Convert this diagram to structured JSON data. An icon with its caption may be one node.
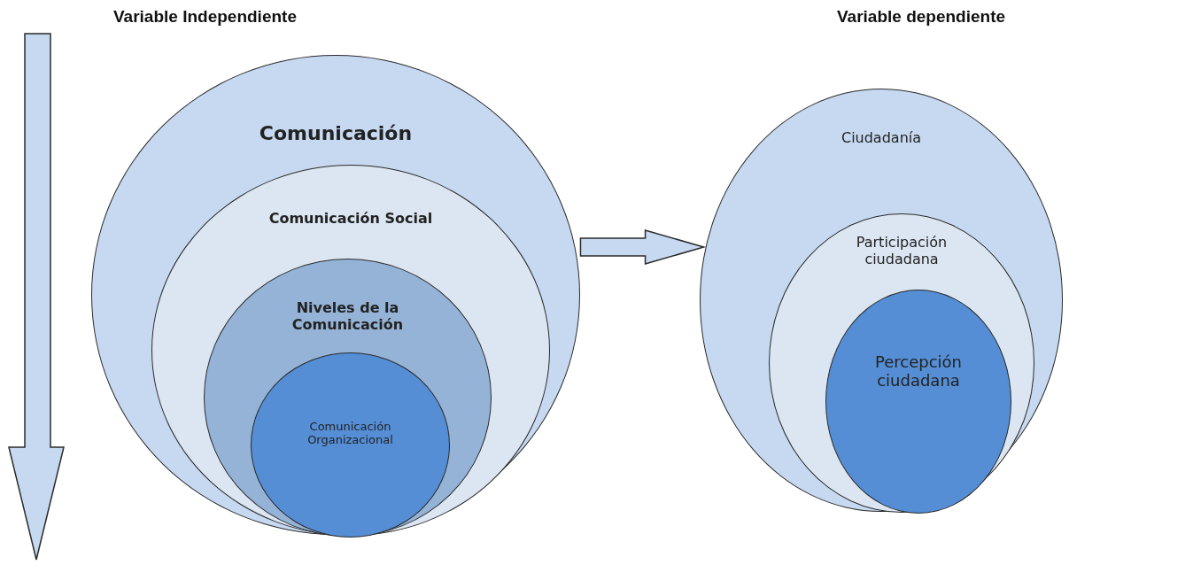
{
  "diagram": {
    "nodes": [
      {
        "text": [
          "Comunicación"
        ]
      },
      {
        "text": [
          "Comunicación Social"
        ],
        "in": 0
      },
      {
        "text": [
          "Niveles de la Comunicación"
        ],
        "in": 1
      },
      {
        "text": [
          "Comunicación Organizacional"
        ],
        "in": 2
      },
      {
        "text": [
          "Ciudadanía"
        ]
      },
      {
        "text": [
          "Participación ciudadana"
        ],
        "in": 4
      },
      {
        "text": [
          "Percepción ciudadana"
        ],
        "in": 5
      }
    ],
    "edges": [
      {
        "from": 0,
        "to": 4,
        "arrow": "to"
      }
    ],
    "labels": [
      "Variable Independiente",
      "Variable dependiente"
    ]
  }
}
